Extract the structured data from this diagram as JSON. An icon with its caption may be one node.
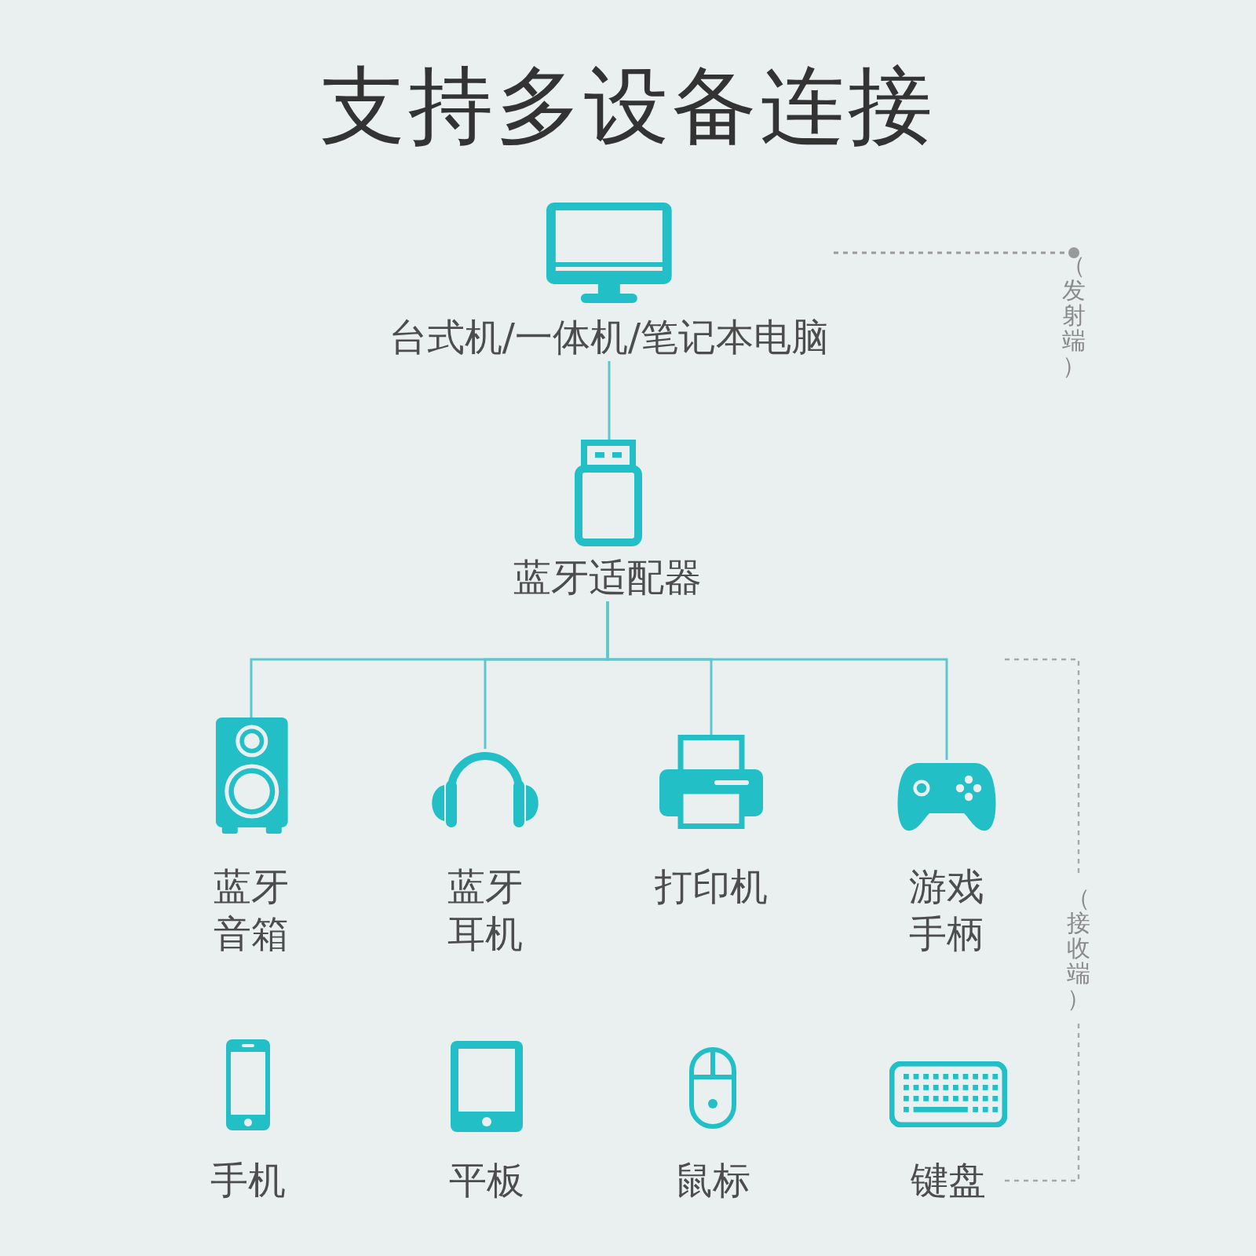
{
  "diagram": {
    "title": "支持多设备连接",
    "nodes": [
      {
        "text": [
          "台式机/一体机/笔记本电脑"
        ]
      },
      {
        "text": [
          "（发射端）"
        ]
      },
      {
        "text": [
          "蓝牙适配器"
        ]
      },
      {
        "text": [
          "蓝牙音箱"
        ]
      },
      {
        "text": [
          "蓝牙耳机"
        ]
      },
      {
        "text": [
          "打印机"
        ]
      },
      {
        "text": [
          "游戏手柄"
        ]
      },
      {
        "text": [
          "手机"
        ]
      },
      {
        "text": [
          "平板"
        ]
      },
      {
        "text": [
          "鼠标"
        ]
      },
      {
        "text": [
          "键盘"
        ]
      }
    ],
    "edges": [
      {
        "from": 1,
        "to": 0,
        "arrow": "other",
        "style": "dashed",
        "color": "#9a9a9a"
      },
      {
        "from": 0,
        "to": 2,
        "arrow": "none"
      },
      {
        "from": 2,
        "to": 3,
        "arrow": "none"
      },
      {
        "from": 2,
        "to": 4,
        "arrow": "none"
      },
      {
        "from": 2,
        "to": 5,
        "arrow": "none"
      },
      {
        "from": 2,
        "to": 6,
        "arrow": "none"
      }
    ],
    "labels": [
      "（接收端）"
    ]
  }
}
